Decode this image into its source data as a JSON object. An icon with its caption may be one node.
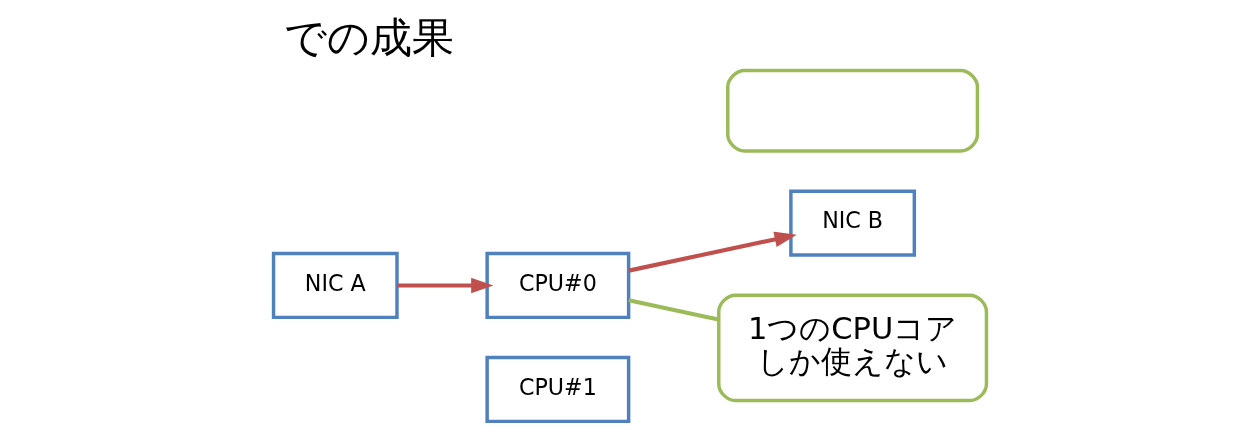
{
  "diagram": {
    "title": "での成果",
    "nodes": [
      {
        "text": [
          "NIC A"
        ]
      },
      {
        "text": [
          "CPU#0"
        ]
      },
      {
        "text": [
          "CPU#1"
        ]
      },
      {
        "text": [
          "NIC B"
        ]
      },
      {
        "text": [
          "1つのCPUコアしか使えない"
        ]
      },
      {
        "text": [],
        "shape": "box"
      }
    ],
    "edges": [
      {
        "from": 0,
        "to": 1,
        "arrow": "to",
        "color": "#c0504d"
      },
      {
        "from": 1,
        "to": 3,
        "arrow": "to",
        "color": "#c0504d"
      },
      {
        "from": 4,
        "to": 1,
        "arrow": "none",
        "color": "#9bbb59"
      }
    ]
  }
}
